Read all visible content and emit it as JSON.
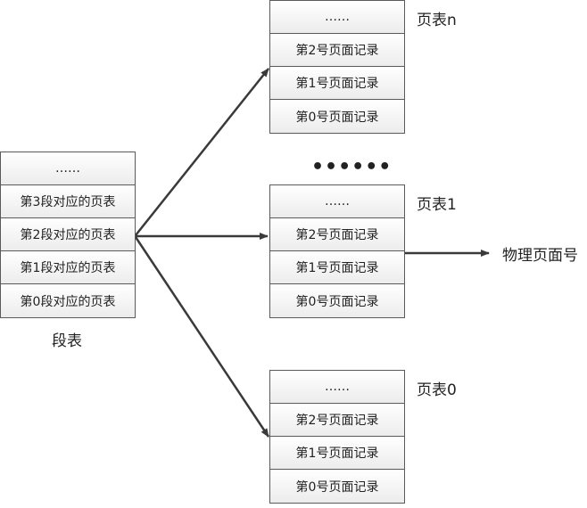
{
  "segment_table": {
    "title": "段表",
    "rows": [
      "……",
      "第3段对应的页表",
      "第2段对应的页表",
      "第1段对应的页表",
      "第0段对应的页表"
    ]
  },
  "page_tables": [
    {
      "title": "页表n",
      "rows": [
        "……",
        "第2号页面记录",
        "第1号页面记录",
        "第0号页面记录"
      ]
    },
    {
      "title": "页表1",
      "rows": [
        "……",
        "第2号页面记录",
        "第1号页面记录",
        "第0号页面记录"
      ]
    },
    {
      "title": "页表0",
      "rows": [
        "……",
        "第2号页面记录",
        "第1号页面记录",
        "第0号页面记录"
      ]
    }
  ],
  "between_tables_ellipsis": "••••••",
  "physical_page_label": "物理页面号",
  "line_color": "#3a3a3a"
}
